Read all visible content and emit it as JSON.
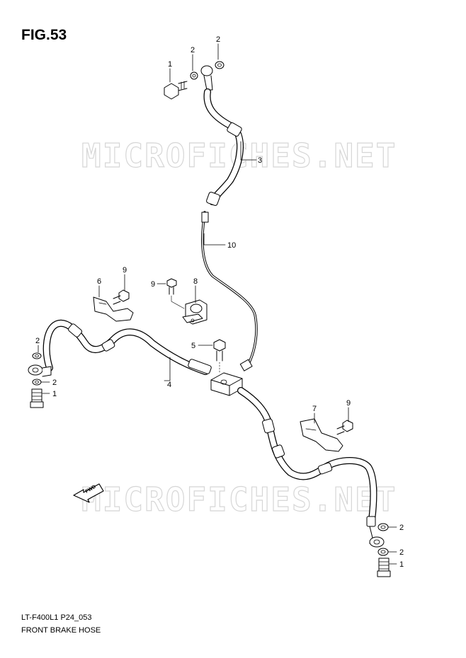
{
  "figure": {
    "title": "FIG.53",
    "code": "LT-F400L1 P24_053",
    "caption": "FRONT BRAKE HOSE"
  },
  "watermark": "MICROFICHES.NET",
  "direction_label": "FWD",
  "callouts": {
    "c1_top": "1",
    "c2_top_a": "2",
    "c2_top_b": "2",
    "c3": "3",
    "c10": "10",
    "c6": "6",
    "c9_left": "9",
    "c9_mid": "9",
    "c8": "8",
    "c5": "5",
    "c4": "4",
    "c2_left_a": "2",
    "c2_left_b": "2",
    "c1_left": "1",
    "c7": "7",
    "c9_right": "9",
    "c2_right_a": "2",
    "c2_right_b": "2",
    "c1_right": "1"
  }
}
